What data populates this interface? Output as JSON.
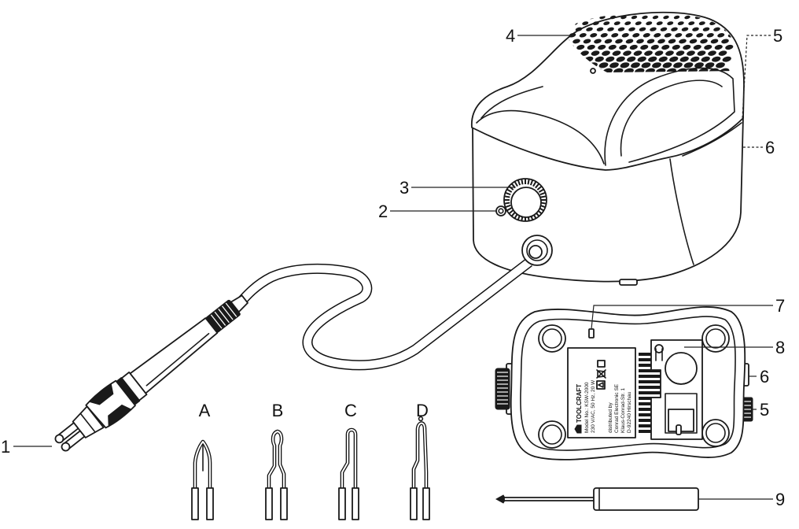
{
  "callouts": {
    "c1": "1",
    "c2": "2",
    "c3": "3",
    "c4": "4",
    "c5_top": "5",
    "c6_top": "6",
    "c7": "7",
    "c8": "8",
    "c6_bottom": "6",
    "c5_bottom": "5",
    "c9": "9"
  },
  "tips": {
    "a": "A",
    "b": "B",
    "c": "C",
    "d": "D"
  },
  "rating_label": {
    "brand": "TOOLCRAFT",
    "model": "Model No.: KSW-2000",
    "rating": "230 V/AC, 50 Hz, 20 W",
    "distributed": "distributed by",
    "company": "Conrad Electronic SE",
    "street": "Klaus-Conrad-Str. 1",
    "city": "D-92240 Hirschau"
  }
}
